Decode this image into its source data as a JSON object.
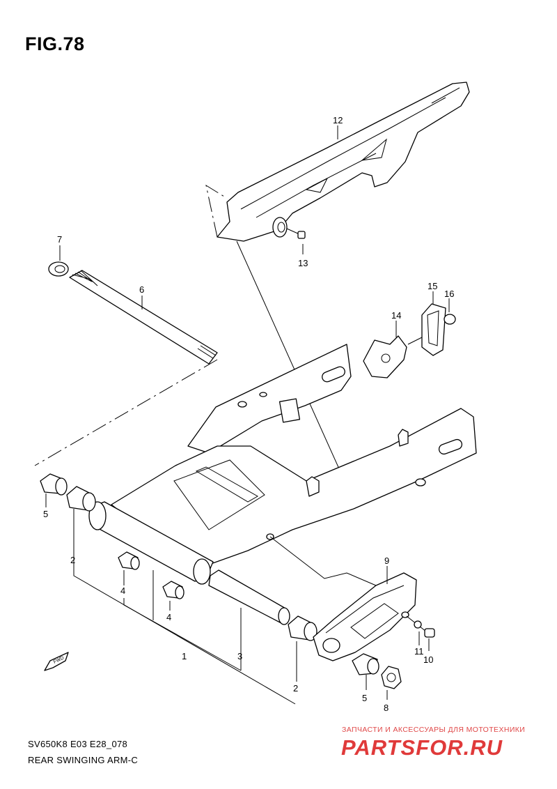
{
  "figure_title": "FIG.78",
  "caption_model": "SV650K8 E03 E28_078",
  "caption_name": "REAR SWINGING ARM-C",
  "watermark_tagline": "ЗАПЧАСТИ И АКСЕССУАРЫ ДЛЯ МОТОТЕХНИКИ",
  "watermark_logo": "PARTSFOR.RU",
  "fwd_label": "FWD",
  "callouts": {
    "c1": "1",
    "c2a": "2",
    "c2b": "2",
    "c3": "3",
    "c4a": "4",
    "c4b": "4",
    "c5a": "5",
    "c5b": "5",
    "c6": "6",
    "c7": "7",
    "c8": "8",
    "c9": "9",
    "c10": "10",
    "c11": "11",
    "c12": "12",
    "c13": "13",
    "c14": "14",
    "c15": "15",
    "c16": "16"
  }
}
